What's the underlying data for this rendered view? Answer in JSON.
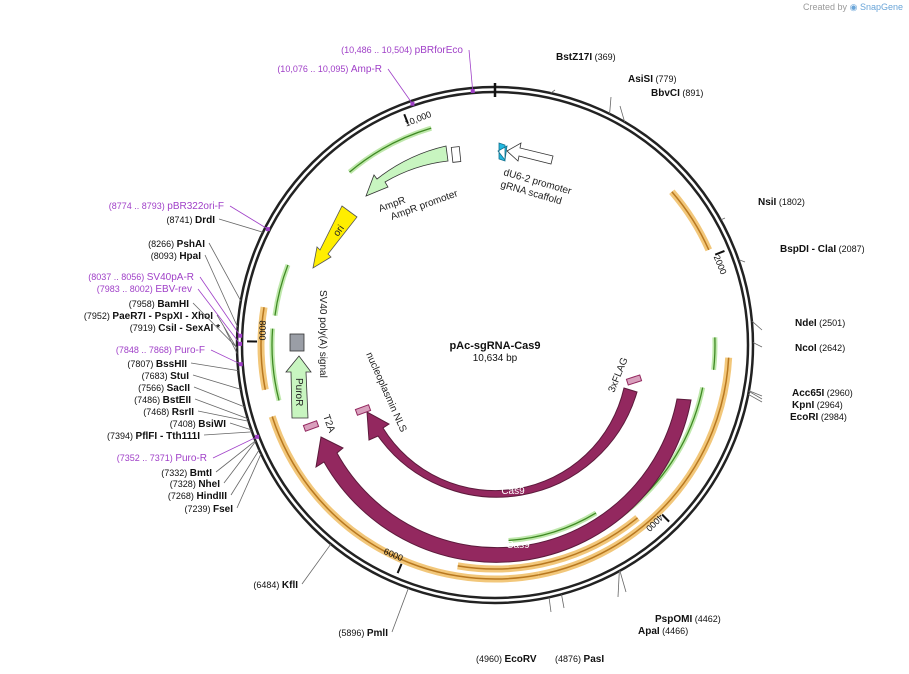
{
  "credit": {
    "prefix": "Created by",
    "brand": "SnapGene"
  },
  "plasmid": {
    "name": "pAc-sgRNA-Cas9",
    "size": "10,634 bp"
  },
  "ticks": [
    {
      "label": "2000",
      "pos": 2000
    },
    {
      "label": "4000",
      "pos": 4000
    },
    {
      "label": "6000",
      "pos": 6000
    },
    {
      "label": "8000",
      "pos": 8000
    },
    {
      "label": "10,000",
      "pos": 10000
    }
  ],
  "features": {
    "cas9": "Cas9",
    "cas9_primer": "Cas9",
    "nls": "nucleoplasmin NLS",
    "flag": "3xFLAG",
    "t2a": "T2A",
    "puror": "PuroR",
    "sv40": "SV40 poly(A) signal",
    "ori": "ori",
    "ampr": "AmpR",
    "ampr_promoter": "AmpR promoter",
    "du6": "dU6-2 promoter",
    "grna": "gRNA scaffold"
  },
  "sites_right": [
    {
      "name": "BstZ17I",
      "num": "(369)"
    },
    {
      "name": "AsiSI",
      "num": "(779)"
    },
    {
      "name": "BbvCI",
      "num": "(891)"
    },
    {
      "name": "NsiI",
      "num": "(1802)"
    },
    {
      "name": "BspDI",
      "extra": " - ClaI",
      "num": "(2087)"
    },
    {
      "name": "NdeI",
      "num": "(2501)"
    },
    {
      "name": "NcoI",
      "num": "(2642)"
    },
    {
      "name": "Acc65I",
      "num": "(2960)"
    },
    {
      "name": "KpnI",
      "num": "(2964)"
    },
    {
      "name": "EcoRI",
      "num": "(2984)"
    },
    {
      "name": "PspOMI",
      "num": "(4462)"
    },
    {
      "name": "ApaI",
      "num": "(4466)"
    },
    {
      "name": "PasI",
      "num": "(4876)"
    },
    {
      "name": "EcoRV",
      "num": "(4960)"
    }
  ],
  "sites_left": [
    {
      "name": "PmlI",
      "num": "(5896)"
    },
    {
      "name": "KflI",
      "num": "(6484)"
    },
    {
      "name": "FseI",
      "num": "(7239)"
    },
    {
      "name": "HindIII",
      "num": "(7268)"
    },
    {
      "name": "NheI",
      "num": "(7328)"
    },
    {
      "name": "BmtI",
      "num": "(7332)"
    },
    {
      "name": "PflFI",
      "extra": " - Tth111I",
      "num": "(7394)"
    },
    {
      "name": "BsiWI",
      "num": "(7408)"
    },
    {
      "name": "RsrII",
      "num": "(7468)"
    },
    {
      "name": "BstEII",
      "num": "(7486)"
    },
    {
      "name": "SacII",
      "num": "(7566)"
    },
    {
      "name": "StuI",
      "num": "(7683)"
    },
    {
      "name": "BssHII",
      "num": "(7807)"
    },
    {
      "name": "CsiI",
      "extra": " - SexAI *",
      "num": "(7919)"
    },
    {
      "name": "PaeR7I",
      "extra": " - PspXI   - XhoI",
      "num": "(7952)"
    },
    {
      "name": "BamHI",
      "num": "(7958)"
    },
    {
      "name": "HpaI",
      "num": "(8093)"
    },
    {
      "name": "PshAI",
      "num": "(8266)"
    },
    {
      "name": "DrdI",
      "num": "(8741)"
    }
  ],
  "primers": [
    {
      "name": "Puro-R",
      "num": "(7352 .. 7371)"
    },
    {
      "name": "Puro-F",
      "num": "(7848 .. 7868)"
    },
    {
      "name": "EBV-rev",
      "num": "(7983 .. 8002)"
    },
    {
      "name": "SV40pA-R",
      "num": "(8037 .. 8056)"
    },
    {
      "name": "pBR322ori-F",
      "num": "(8774 .. 8793)"
    },
    {
      "name": "Amp-R",
      "num": "(10,076 .. 10,095)"
    },
    {
      "name": "pBRforEco",
      "num": "(10,486 .. 10,504)"
    }
  ],
  "colors": {
    "backbone": "#222222",
    "cas9": "#93285f",
    "primer_bind": "#67b93a",
    "orf_track": "#e8a23a",
    "ampr": "#c8f5c0",
    "ori": "#ffee00",
    "du6": "#21b8e0",
    "primer_text": "#a040c8",
    "flag": "#d9a0bd",
    "sv40": "#9a9ea6"
  }
}
